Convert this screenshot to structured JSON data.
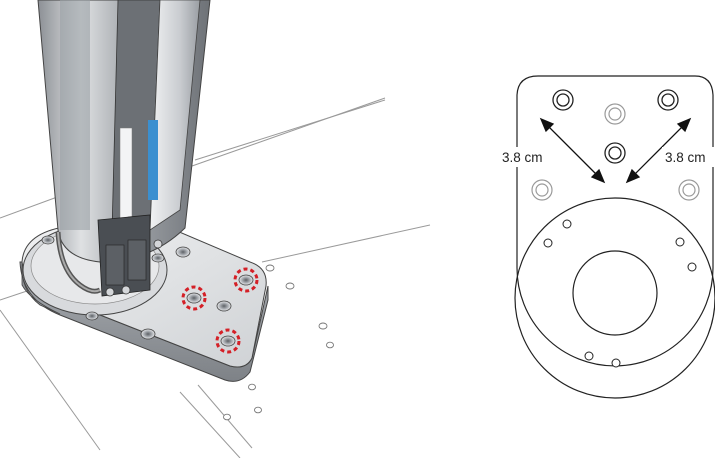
{
  "figure": {
    "annotations": {
      "left_spacing": "3.8 cm",
      "right_spacing": "3.8 cm"
    },
    "colors": {
      "highlight_ring": "#d42027",
      "outline": "#222222",
      "metal_light": "#e4e5e7",
      "metal_mid": "#b9bcc0",
      "metal_dark": "#7d8186",
      "accent_blue": "#3a8fd0"
    },
    "highlighted_holes": 3
  }
}
